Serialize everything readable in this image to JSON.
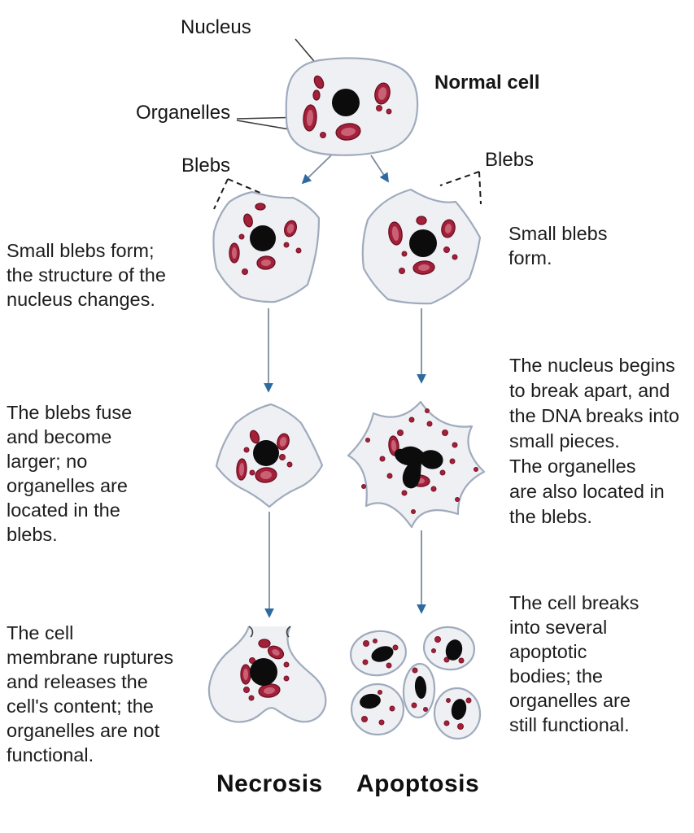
{
  "colors": {
    "cell_fill": "#eef0f3",
    "cell_outline": "#9fabbd",
    "nucleus": "#0c0c0c",
    "organelle": "#a32138",
    "arrow_stem": "#7e8c9c",
    "arrow_head": "#2e6aa0",
    "text": "#161616"
  },
  "labels": {
    "nucleus": "Nucleus",
    "organelles": "Organelles",
    "normal_cell": "Normal cell",
    "blebs_left": "Blebs",
    "blebs_right": "Blebs"
  },
  "necrosis": {
    "title": "Necrosis",
    "step1": "Small blebs form;\nthe structure of the\nnucleus changes.",
    "step2": "The blebs fuse\nand become\nlarger; no\norganelles are\nlocated in the\nblebs.",
    "step3": "The cell\nmembrane ruptures\nand releases the\ncell's content; the\norganelles are not\nfunctional."
  },
  "apoptosis": {
    "title": "Apoptosis",
    "step1": "Small blebs\nform.",
    "step2": "The nucleus begins\nto break apart, and\nthe DNA breaks into\nsmall pieces.\nThe organelles\nare also located in\nthe blebs.",
    "step3": "The cell breaks\ninto several\napoptotic\nbodies; the\norganelles are\nstill functional."
  }
}
